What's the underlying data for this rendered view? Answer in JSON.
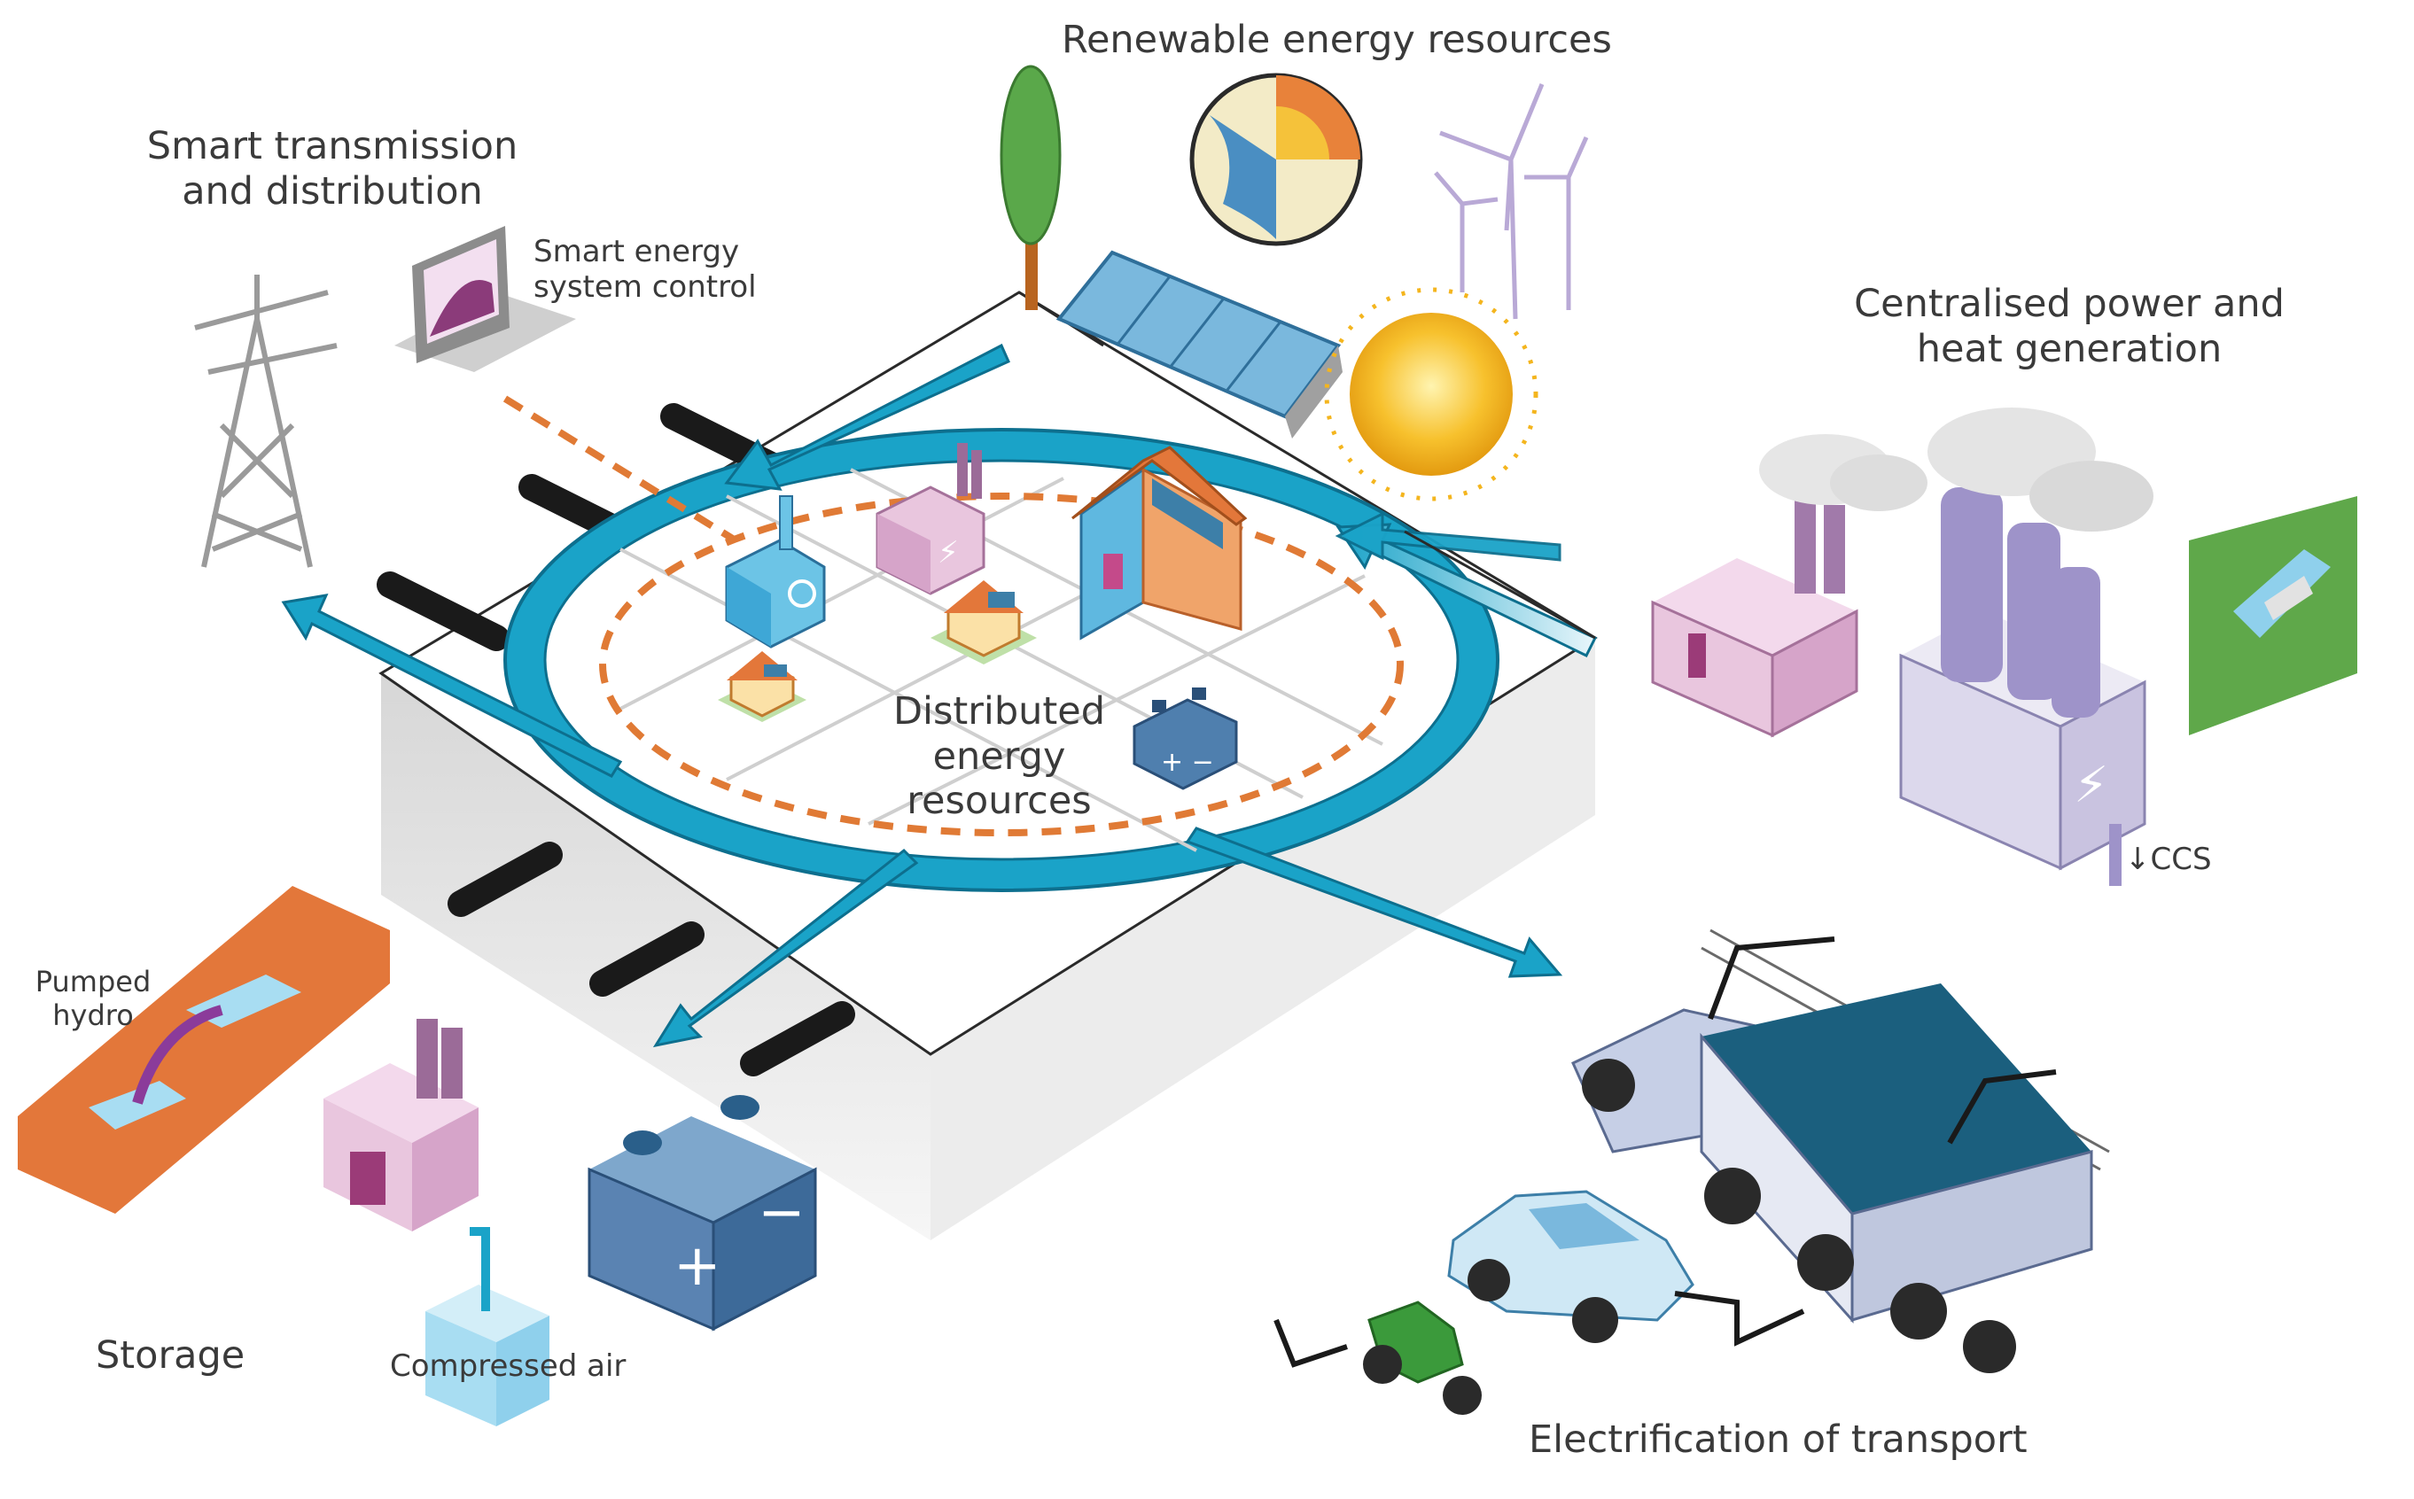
{
  "labels": {
    "renewable": "Renewable energy resources",
    "smart_td_1": "Smart transmission",
    "smart_td_2": "and distribution",
    "control_1": "Smart energy",
    "control_2": "system control",
    "centralised_1": "Centralised power and",
    "centralised_2": "heat generation",
    "ccs": "CCS",
    "der_1": "Distributed",
    "der_2": "energy",
    "der_3": "resources",
    "pumped_1": "Pumped",
    "pumped_2": "hydro",
    "storage": "Storage",
    "compressed_air": "Compressed air",
    "transport": "Electrification of transport"
  },
  "colors": {
    "ring": "#1aa3c8",
    "ring_dark": "#0e7ea0",
    "dash": "#e07a35",
    "platform_top": "#ffffff",
    "platform_side": "#e4e4e4",
    "pink_building": "#e9c6de",
    "purple_stack": "#9e93c9",
    "orange": "#e3773a",
    "green": "#3b9a3b",
    "truck": "#14607f",
    "sun": "#f4b51e"
  }
}
